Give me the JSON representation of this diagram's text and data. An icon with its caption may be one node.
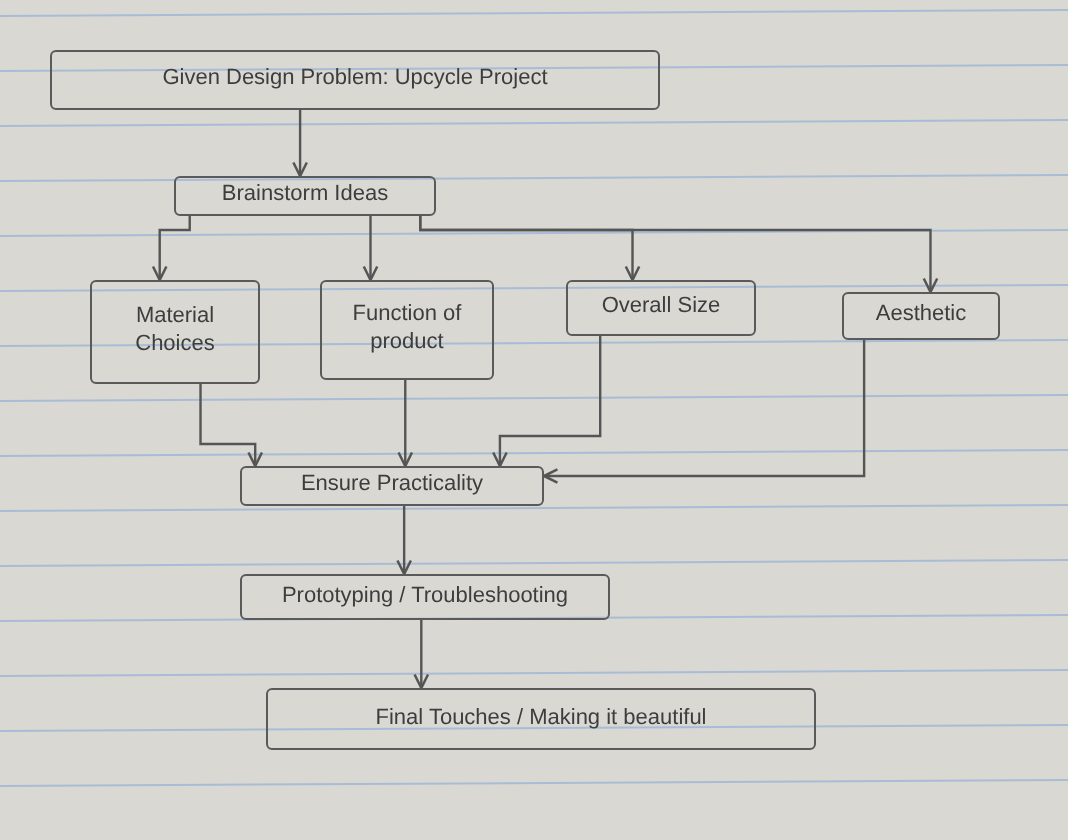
{
  "diagram": {
    "nodes": [
      {
        "text": [
          "Given Design Problem: Upcycle Project"
        ]
      },
      {
        "text": [
          "Brainstorm Ideas"
        ]
      },
      {
        "text": [
          "Material Choices"
        ]
      },
      {
        "text": [
          "Function of product"
        ]
      },
      {
        "text": [
          "Overall Size"
        ]
      },
      {
        "text": [
          "Aesthetic"
        ]
      },
      {
        "text": [
          "Ensure Practicality"
        ]
      },
      {
        "text": [
          "Prototyping / Troubleshooting"
        ]
      },
      {
        "text": [
          "Final Touches / Making it beautiful"
        ]
      }
    ],
    "edges": [
      {
        "from": 0,
        "to": 1,
        "arrow": "to"
      },
      {
        "from": 1,
        "to": 2,
        "arrow": "to"
      },
      {
        "from": 1,
        "to": 3,
        "arrow": "to"
      },
      {
        "from": 1,
        "to": 4,
        "arrow": "to"
      },
      {
        "from": 1,
        "to": 5,
        "arrow": "to"
      },
      {
        "from": 2,
        "to": 6,
        "arrow": "to"
      },
      {
        "from": 3,
        "to": 6,
        "arrow": "to"
      },
      {
        "from": 4,
        "to": 6,
        "arrow": "to"
      },
      {
        "from": 5,
        "to": 6,
        "arrow": "to"
      },
      {
        "from": 6,
        "to": 7,
        "arrow": "to"
      },
      {
        "from": 7,
        "to": 8,
        "arrow": "to"
      }
    ]
  }
}
